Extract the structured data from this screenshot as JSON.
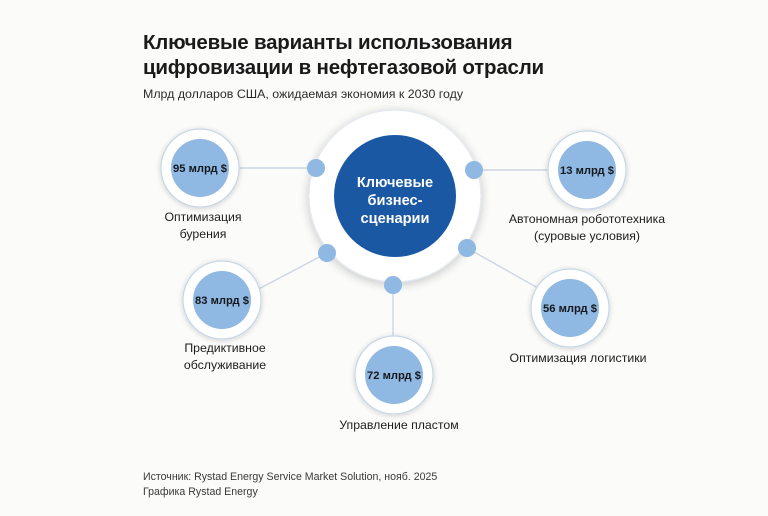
{
  "header": {
    "title_line1": "Ключевые варианты использования",
    "title_line2": "цифровизации в нефтегазовой отрасли",
    "subtitle": "Млрд долларов США, ожидаемая экономия к 2030 году"
  },
  "hub": {
    "line1": "Ключевые",
    "line2": "бизнес-",
    "line3": "сценарии"
  },
  "nodes": [
    {
      "id": "drilling-optimization",
      "value": "95 млрд $",
      "amount": 95,
      "label_line1": "Оптимизация",
      "label_line2": "бурения"
    },
    {
      "id": "autonomous-robotics",
      "value": "13 млрд $",
      "amount": 13,
      "label_line1": "Автономная робототехника",
      "label_line2": "(суровые условия)"
    },
    {
      "id": "predictive-maintenance",
      "value": "83 млрд $",
      "amount": 83,
      "label_line1": "Предиктивное",
      "label_line2": "обслуживание"
    },
    {
      "id": "logistics-optimization",
      "value": "56 млрд $",
      "amount": 56,
      "label_line1": "Оптимизация логистики",
      "label_line2": ""
    },
    {
      "id": "reservoir-management",
      "value": "72 млрд $",
      "amount": 72,
      "label_line1": "Управление пластом",
      "label_line2": ""
    }
  ],
  "footer": {
    "source": "Источник: Rystad Energy Service Market Solution, нояб. 2025",
    "credit": "Графика Rystad Energy"
  },
  "colors": {
    "background": "#fbfbfa",
    "hub_fill": "#1a58a4",
    "bubble_fill": "#8fb8e2",
    "ring_stroke": "#c2d4e8",
    "connector": "#c9d4e0",
    "text_dark": "#1a1a1a"
  },
  "chart_data": {
    "type": "bar",
    "title": "Ключевые варианты использования цифровизации в нефтегазовой отрасли",
    "subtitle": "Млрд долларов США, ожидаемая экономия к 2030 году",
    "xlabel": "",
    "ylabel": "Млрд долларов США",
    "categories": [
      "Оптимизация бурения",
      "Предиктивное обслуживание",
      "Управление пластом",
      "Оптимизация логистики",
      "Автономная робототехника (суровые условия)"
    ],
    "values": [
      95,
      83,
      72,
      56,
      13
    ],
    "units": "млрд $",
    "center_label": "Ключевые бизнес-сценарии",
    "legend": [],
    "grid": false
  }
}
